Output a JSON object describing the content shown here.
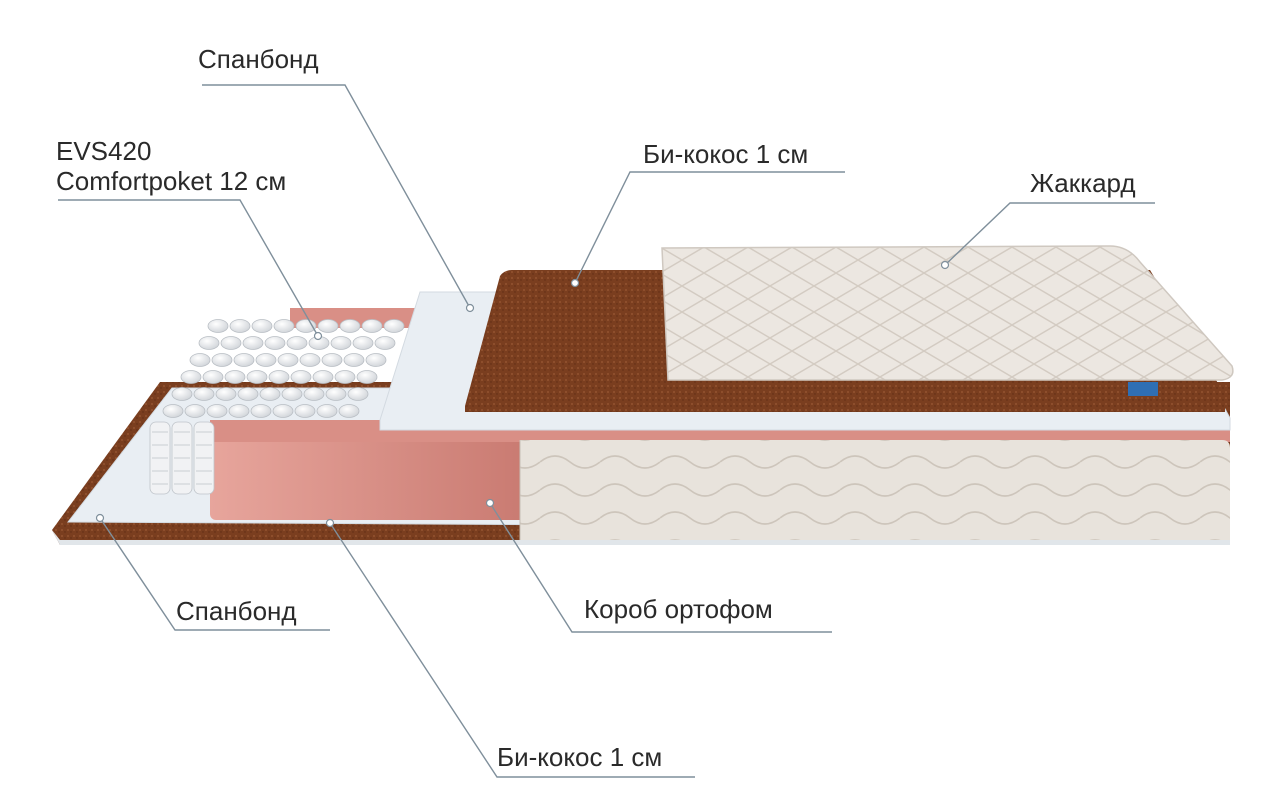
{
  "labels": {
    "spunbond_top": "Спанбонд",
    "evs_line1": "EVS420",
    "evs_line2": "Comfortpoket 12 см",
    "bicocos_top": "Би-кокос 1 см",
    "jacquard": "Жаккард",
    "spunbond_bottom": "Спанбонд",
    "box_orthofoam": "Короб ортофом",
    "bicocos_bottom": "Би-кокос 1 см"
  },
  "colors": {
    "coconut": "#7a3e1f",
    "foam": "#d98f86",
    "spunbond": "#e9eef3",
    "jacquard": "#ece7e1",
    "leader": "#7f8f9b",
    "text": "#2a2a2a"
  }
}
